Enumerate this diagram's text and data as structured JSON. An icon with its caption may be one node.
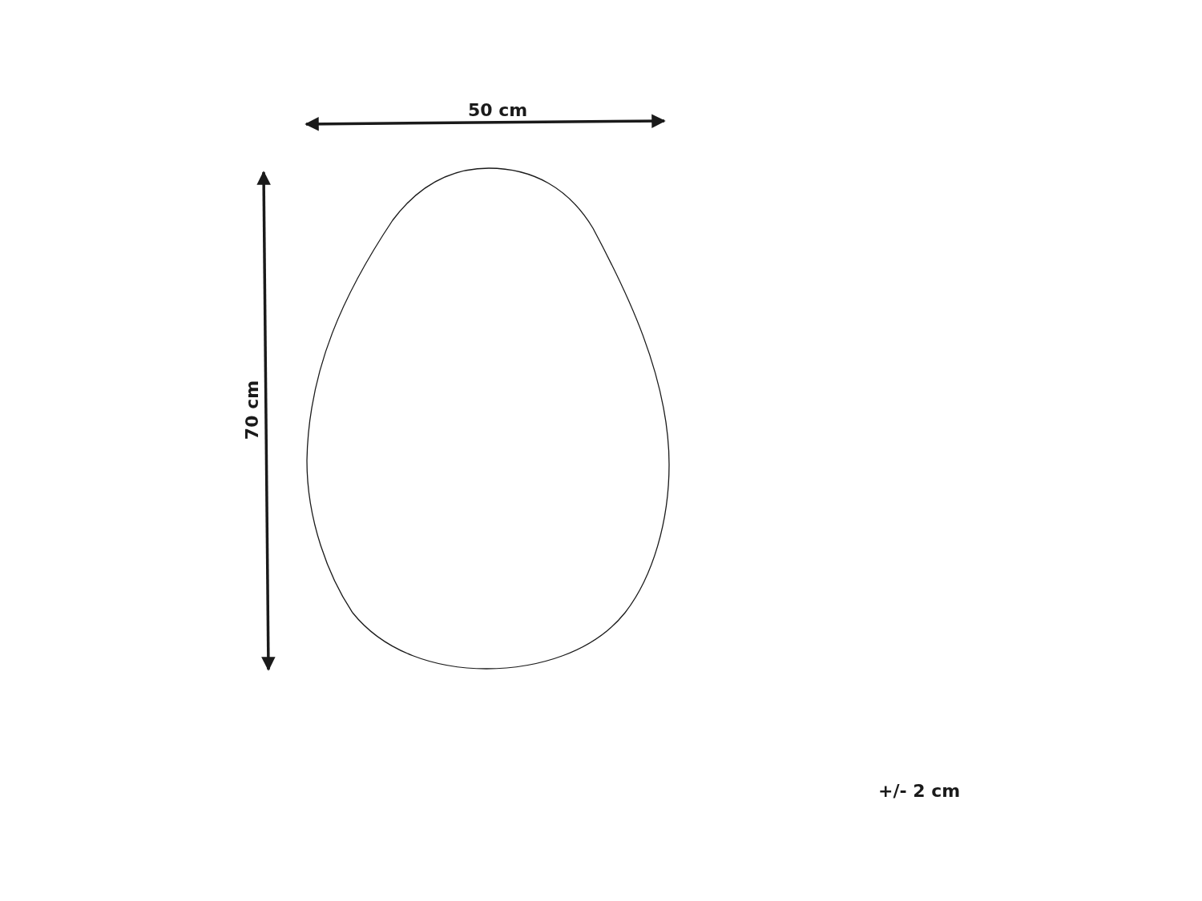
{
  "diagram": {
    "nodes": [
      {
        "text": [],
        "shape": "oval"
      }
    ],
    "labels": [
      "50 cm",
      "70 cm",
      "+/- 2 cm"
    ]
  }
}
